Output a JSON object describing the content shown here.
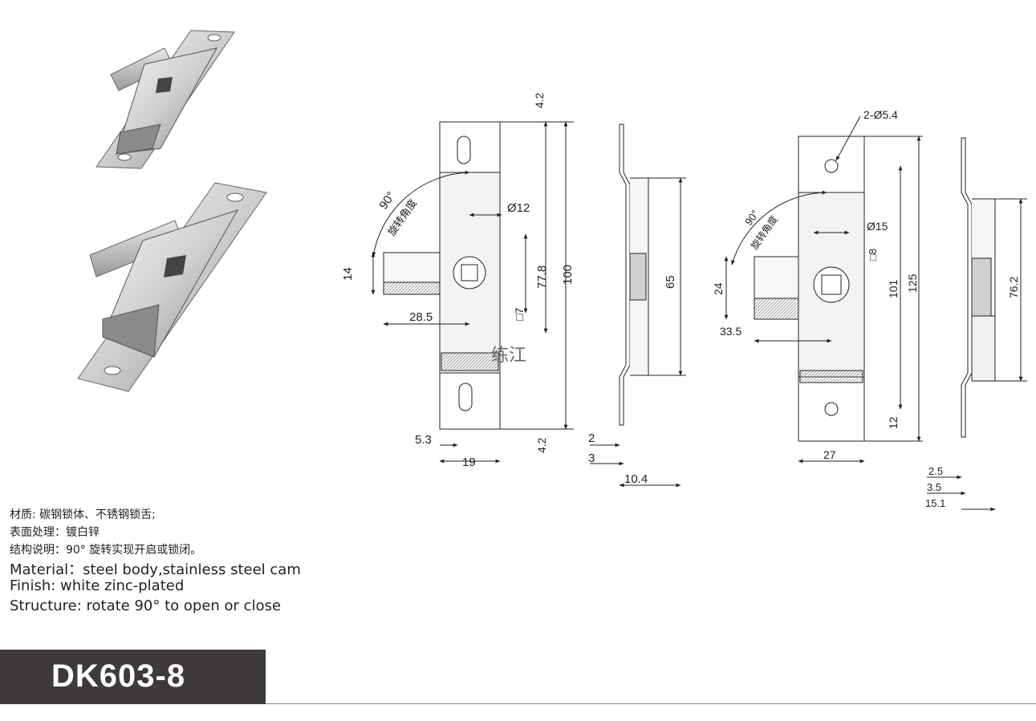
{
  "specs_cn": {
    "material": "材质: 碳钢锁体、不锈钢锁舌;",
    "finish": "表面处理：镀白锌",
    "structure": "结构说明：90° 旋转实现开启或锁闭。"
  },
  "specs_en": {
    "material": "Material：steel body,stainless steel cam",
    "finish": "Finish: white zinc-plated",
    "structure": "Structure: rotate 90°  to open or close"
  },
  "model": "DK603-8",
  "watermark": "练江",
  "drawing_small": {
    "angle": "90°",
    "angle_note": "旋转角度",
    "dims": {
      "top_offset": "4.2",
      "bottom_offset": "4.2",
      "bore": "Ø12",
      "total_length": "100",
      "cam_center": "77.8",
      "square": "□7",
      "cam_width": "14",
      "cam_reach": "28.5",
      "edge": "5.3",
      "width": "19"
    }
  },
  "side_small": {
    "dims": {
      "height": "65",
      "t1": "2",
      "t2": "3",
      "depth": "10.4"
    }
  },
  "drawing_large": {
    "angle": "90°",
    "angle_note": "旋转角度",
    "dims": {
      "holes": "2-Ø5.4",
      "bore": "Ø15",
      "square": "□8",
      "cam_width": "24",
      "cam_reach": "33.5",
      "center_len": "101",
      "total_length": "125",
      "bottom_offset": "12",
      "width": "27"
    }
  },
  "side_large": {
    "dims": {
      "height": "76.2",
      "t1": "2.5",
      "t2": "3.5",
      "depth": "15.1"
    }
  }
}
